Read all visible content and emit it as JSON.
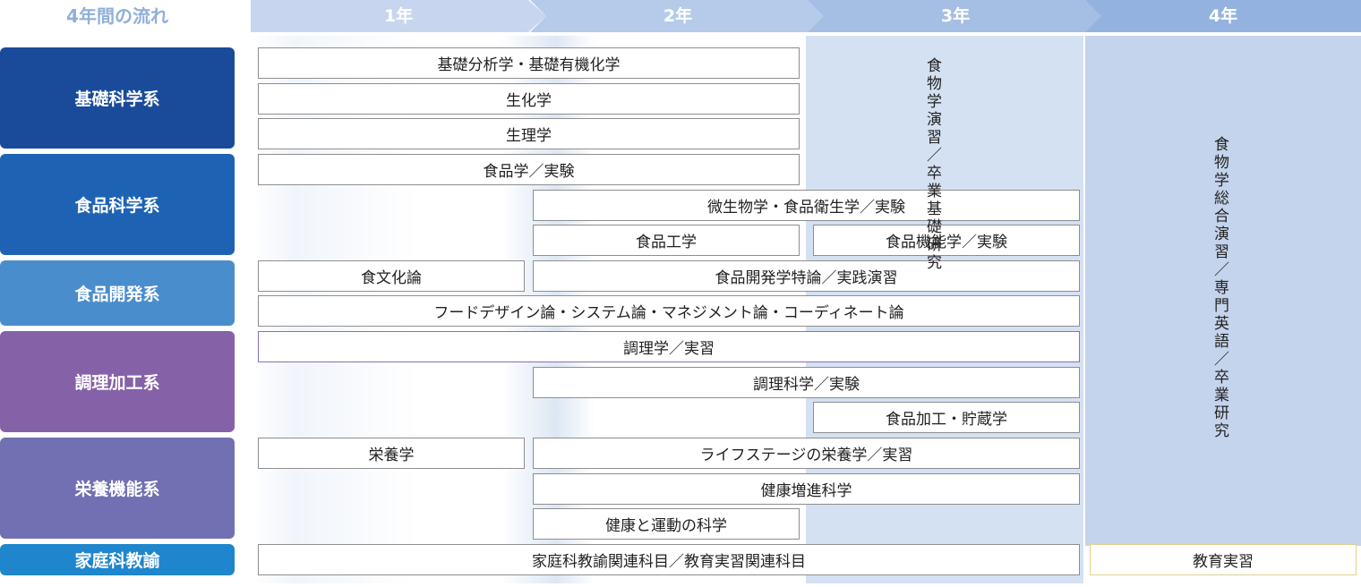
{
  "header": {
    "title": "4年間の流れ",
    "years": [
      "1年",
      "2年",
      "3年",
      "4年"
    ]
  },
  "categories": [
    {
      "label": "基礎科学系",
      "color": "#1a4b9a"
    },
    {
      "label": "食品科学系",
      "color": "#1e63b3"
    },
    {
      "label": "食品開発系",
      "color": "#4a8dcc"
    },
    {
      "label": "調理加工系",
      "color": "#8561a8"
    },
    {
      "label": "栄養機能系",
      "color": "#7070b2"
    },
    {
      "label": "家庭科教諭",
      "color": "#1f85cc"
    }
  ],
  "courses": [
    "基礎分析学・基礎有機化学",
    "生化学",
    "生理学",
    "食品学／実験",
    "微生物学・食品衛生学／実験",
    "食品工学",
    "食品機能学／実験",
    "食文化論",
    "食品開発学特論／実践演習",
    "フードデザイン論・システム論・マネジメント論・コーディネート論",
    "調理学／実習",
    "調理科学／実験",
    "食品加工・貯蔵学",
    "栄養学",
    "ライフステージの栄養学／実習",
    "健康増進科学",
    "健康と運動の科学",
    "家庭科教諭関連科目／教育実習関連科目",
    "教育実習"
  ],
  "year3_vertical": {
    "col1": "食物学演習／",
    "col2": "卒業基礎研究"
  },
  "year4_vertical": "食物学総合演習／専門英語／卒業研究"
}
